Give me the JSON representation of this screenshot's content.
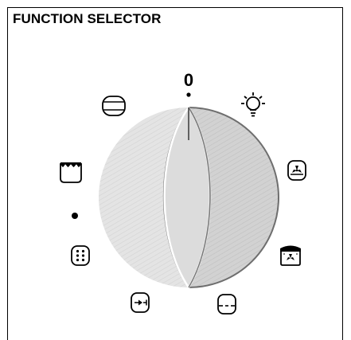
{
  "panel": {
    "title": "FUNCTION SELECTOR"
  },
  "selector": {
    "off_label": "0",
    "positions": [
      {
        "name": "off",
        "label": "0"
      },
      {
        "name": "oven-lamp",
        "icon": "lightbulb-icon"
      },
      {
        "name": "fan-oven",
        "icon": "fan-icon"
      },
      {
        "name": "fan-grill",
        "icon": "fan-grill-icon"
      },
      {
        "name": "bottom-heat",
        "icon": "bottom-heat-icon"
      },
      {
        "name": "defrost",
        "icon": "defrost-icon"
      },
      {
        "name": "pizza",
        "icon": "dots-grid-icon"
      },
      {
        "name": "dot",
        "icon": "dot-icon"
      },
      {
        "name": "grill",
        "icon": "grill-icon"
      },
      {
        "name": "conventional",
        "icon": "top-bottom-heat-icon"
      }
    ]
  }
}
